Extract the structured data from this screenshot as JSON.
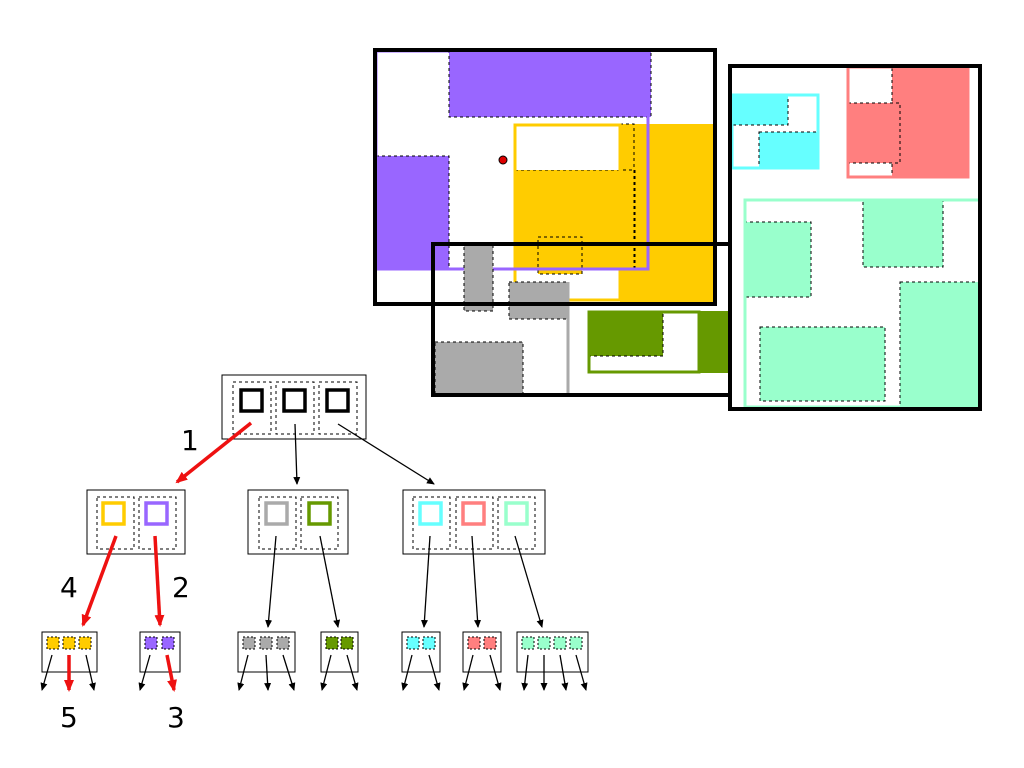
{
  "colors": {
    "root": "#000000",
    "purple": "#9966ff",
    "yellow": "#ffcc00",
    "gray": "#aaaaaa",
    "green": "#669900",
    "cyan": "#66ffff",
    "salmon": "#ff7f7f",
    "mint": "#99ffcc",
    "search_path": "#ee1111",
    "query_point": "#dd0000"
  },
  "step_labels": [
    "1",
    "2",
    "3",
    "4",
    "5"
  ],
  "tree": {
    "root": {
      "entries": 3,
      "color_key": "root"
    },
    "level1": [
      {
        "name": "node-a",
        "entries": [
          "yellow",
          "purple"
        ]
      },
      {
        "name": "node-b",
        "entries": [
          "gray",
          "green"
        ]
      },
      {
        "name": "node-c",
        "entries": [
          "cyan",
          "salmon",
          "mint"
        ]
      }
    ],
    "leaves": [
      {
        "name": "leaf-yellow",
        "color_key": "yellow",
        "entries": 3
      },
      {
        "name": "leaf-purple",
        "color_key": "purple",
        "entries": 2
      },
      {
        "name": "leaf-gray",
        "color_key": "gray",
        "entries": 3
      },
      {
        "name": "leaf-green",
        "color_key": "green",
        "entries": 2
      },
      {
        "name": "leaf-cyan",
        "color_key": "cyan",
        "entries": 2
      },
      {
        "name": "leaf-salmon",
        "color_key": "salmon",
        "entries": 2
      },
      {
        "name": "leaf-mint",
        "color_key": "mint",
        "entries": 4
      }
    ]
  }
}
